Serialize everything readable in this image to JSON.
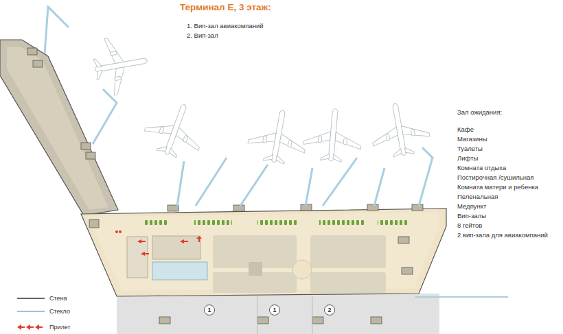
{
  "diagram": {
    "title": "Терминал Е, 3 этаж:",
    "nodes": [
      {
        "text": [
          "1"
        ]
      },
      {
        "text": [
          "1"
        ]
      },
      {
        "text": [
          "2"
        ]
      }
    ],
    "labels": [
      "1. Вип-зал авиакомпаний",
      "2. Вип-зал",
      "Зал ожидания:",
      "Кафе",
      "Магазины",
      "Туалеты",
      "Лифты",
      "Комната отдыха",
      "Постирочная /сушильная",
      "Комната матери и ребенка",
      "Пеленальная",
      "Медпункт",
      "Вип-залы",
      "8 гейтов",
      "2 вип-зала для авиакомпаний"
    ],
    "legend": [
      {
        "text": "Стена"
      },
      {
        "text": "Стекло"
      },
      {
        "text": "Прилет"
      }
    ]
  }
}
